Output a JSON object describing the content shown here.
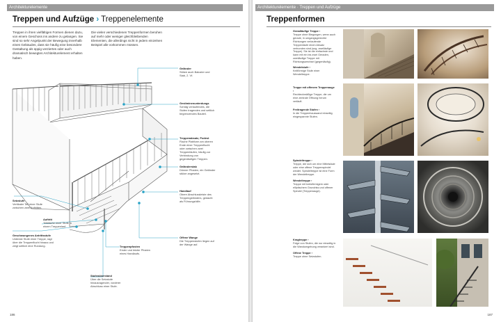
{
  "left_page": {
    "header": "Architekturelemente",
    "title_bold": "Treppen und Aufzüge",
    "title_arrow": "›",
    "title_rest": "Treppenelemente",
    "intro_col1": "Treppen in ihren vielfältigen Formen dienen dazu, von einem Geschoss ins andere zu gelangen. Sie sind so sehr Angelpunkt der Bewegung innerhalb eines Gebäudes, dass sie häufig eine besondere Gestaltung als üppig verziertes oder auch dramatisch bewegtes Architekturelement erhalten haben.",
    "intro_col2": "Die vielen verschiedenen Treppenformen beruhen auf mehr oder weniger gleichbleibenden Elementen, die allerdings nicht in jedem einzelnen Beispiel alle vorkommen müssen.",
    "labels": [
      {
        "term": "Geländer",
        "desc": "Stütze auch Baluster und Stab, 2. Vf."
      },
      {
        "term": "Gestiminenunterdungs",
        "desc": "Schräg verlaufendes, die Stufen tragendes und seitlich begrenzendes Bauteil."
      },
      {
        "term": "Treppenabsatz, Podest",
        "desc": "Flache Plattform am oberen Ende einer Treppenflucht oder zwischen zwei Treppenläufen, häufig zur Verbindung von gegenläufigen Treppen."
      },
      {
        "term": "Geländerstab",
        "desc": "Dünner Pfosten, ein Geländer stütze angesetzt."
      },
      {
        "term": "Handlauf",
        "desc": "Obere Abschlussleiste des Treppengeländers, gedacht als Führungshilfe."
      },
      {
        "term": "Offene Wange",
        "desc": "Die Treppenstufen liegen auf der Wange auf."
      },
      {
        "term": "Setzstufe",
        "desc": "Vertikaler Teil einer Stufe zwischen zwei Auftritten."
      },
      {
        "term": "Auftritt",
        "desc": "Trittfläche einer Stufe in einem Treppenlauf."
      },
      {
        "term": "Geschwungenes Antrittsstufe",
        "desc": "Unterste Stufe einer Treppe, ragt über die Treppenflucht hinaus und zeigt seitlich eine Rundung."
      },
      {
        "term": "Treppenpfosten",
        "desc": "Erster und letzter Pfosten eines Handlaufs."
      },
      {
        "term": "Stufenüberstand",
        "desc": "Über die Setzstufe hinausragender, vorderer Abschluss einer Stufe."
      }
    ],
    "folio": "186"
  },
  "right_page": {
    "header": "Architekturelemente · Treppen und Aufzüge",
    "title": "Treppenformen",
    "captions": [
      {
        "term": "Geradläufige Treppe ›",
        "desc": "Treppe ohne Biegungen, wenn auch gerade, in umgangsgerechte Richtungen verlaufende Treppenläufe einen Absatz verbunden sind (sog. zweiläufige Treppe). Sie ist die einfachste und kann mit ein bis zwei Geraden, zweiläufige Treppe mit Richtungswechsel (gegenläufig)."
      },
      {
        "term": "Wendelstufe ›",
        "desc": "Keilförmige Stufe einer Wendeltreppe."
      },
      {
        "term": "Treppe mit offenem Treppenauge ›",
        "desc": "Rechteckmäßige Treppe, die um eine zentrale Öffnung herum verläuft."
      },
      {
        "term": "Freitragende Stufen ›",
        "desc": "In die Treppenhauswand einseitig eingespannte Stufen."
      },
      {
        "term": "Spindeltreppe ›",
        "desc": "Treppe, die sich um eine Mittelsäule oder eine offene Treppenspindel windet. Spindeltreppe ist eine Form der Wendeltreppe."
      },
      {
        "term": "Wendeltreppe ›",
        "desc": "Treppe mit kreisförmigem oder elliptischem Grundriss und offener Spindel (Treppenauge)."
      },
      {
        "term": "Kragtreppe ›",
        "desc": "Folge von Stufen, die nur einseitig in die Wandumgebung verankert sind."
      },
      {
        "term": "Offene Treppe ›",
        "desc": "Treppe ohne Setzstufen."
      }
    ],
    "folio": "187"
  },
  "colors": {
    "accent": "#2aa3c6",
    "headbar": "#9a9a9a"
  }
}
